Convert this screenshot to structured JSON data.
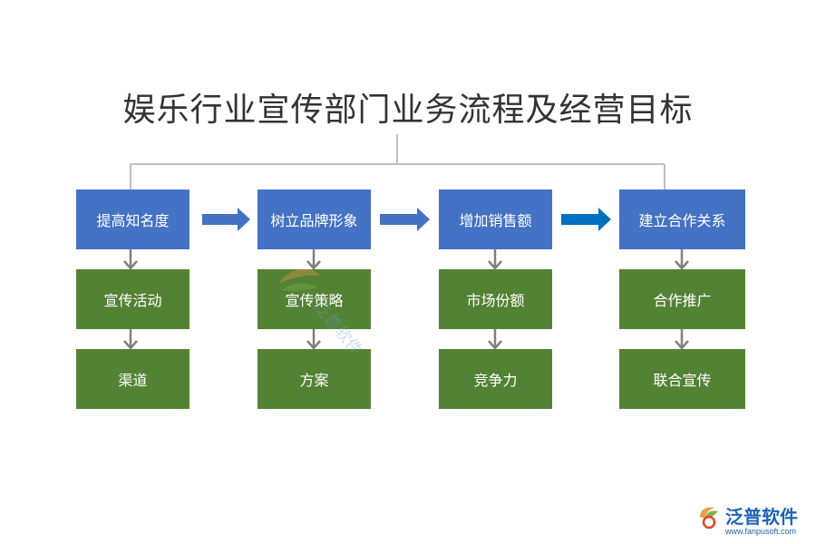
{
  "title": "娱乐行业宣传部门业务流程及经营目标",
  "columns": [
    {
      "top": "提高知名度",
      "mid": "宣传活动",
      "bottom": "渠道"
    },
    {
      "top": "树立品牌形象",
      "mid": "宣传策略",
      "bottom": "方案"
    },
    {
      "top": "增加销售额",
      "mid": "市场份额",
      "bottom": "竞争力"
    },
    {
      "top": "建立合作关系",
      "mid": "合作推广",
      "bottom": "联合宣传"
    }
  ],
  "colors": {
    "top_box": "#4472c4",
    "sub_box": "#548235",
    "arrow_blue": "#4472c4",
    "arrow_highlight": "#0070c0",
    "connector": "#bfbfbf",
    "down_arrow": "#7f7f7f"
  },
  "watermark": "泛普软件",
  "logo": {
    "name": "泛普软件",
    "url": "www.fanpusoft.com"
  }
}
